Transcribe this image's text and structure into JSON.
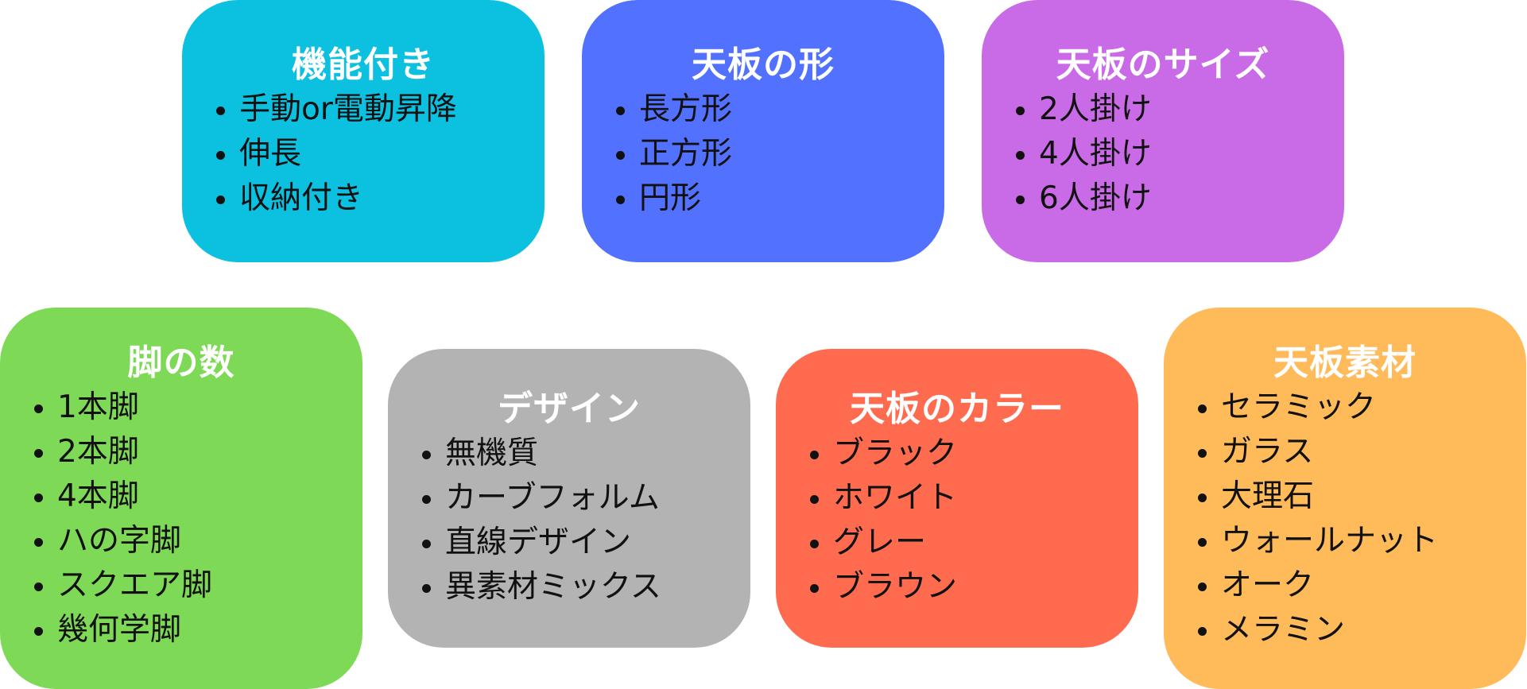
{
  "cards": [
    {
      "title": "機能付き",
      "color": "#0CC0E0",
      "items": [
        "手動or電動昇降",
        "伸長",
        "収納付き"
      ]
    },
    {
      "title": "天板の形",
      "color": "#5271FF",
      "items": [
        "長方形",
        "正方形",
        "円形"
      ]
    },
    {
      "title": "天板のサイズ",
      "color": "#C96BE6",
      "items": [
        "2人掛け",
        "4人掛け",
        "6人掛け"
      ]
    },
    {
      "title": "脚の数",
      "color": "#7ED957",
      "items": [
        "1本脚",
        "2本脚",
        "4本脚",
        "ハの字脚",
        "スクエア脚",
        "幾何学脚"
      ]
    },
    {
      "title": "デザイン",
      "color": "#B3B3B3",
      "items": [
        "無機質",
        "カーブフォルム",
        "直線デザイン",
        "異素材ミックス"
      ]
    },
    {
      "title": "天板のカラー",
      "color": "#FF6B4F",
      "items": [
        "ブラック",
        "ホワイト",
        "グレー",
        "ブラウン"
      ]
    },
    {
      "title": "天板素材",
      "color": "#FFBA5A",
      "items": [
        "セラミック",
        "ガラス",
        "大理石",
        "ウォールナット",
        "オーク",
        "メラミン"
      ]
    }
  ]
}
